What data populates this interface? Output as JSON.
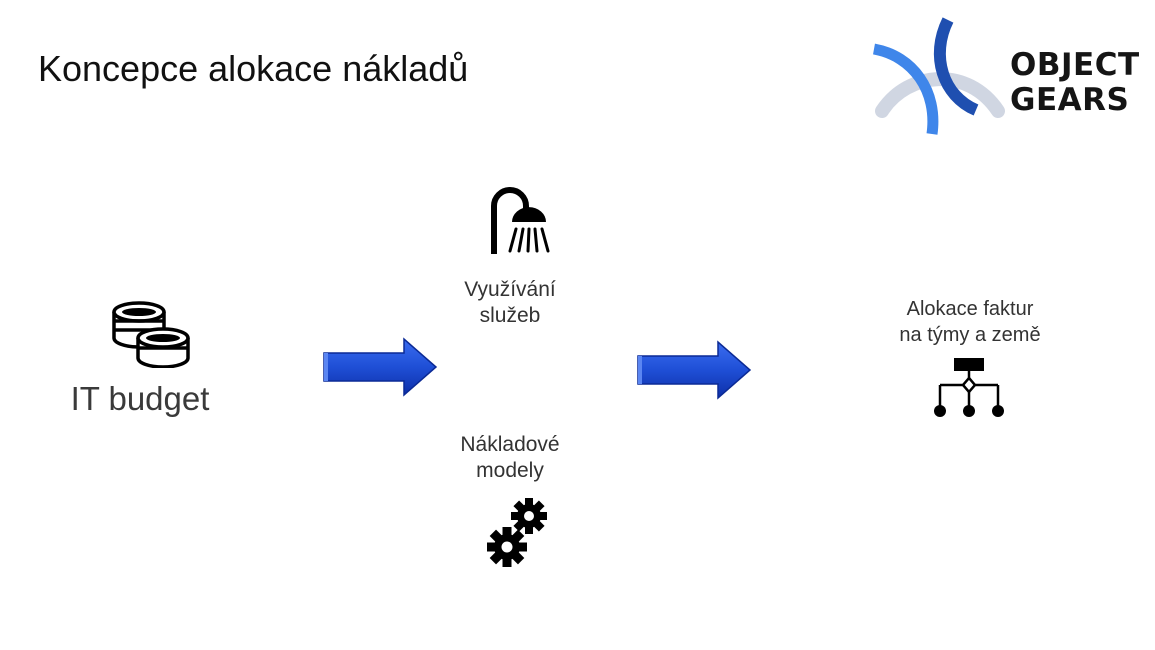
{
  "slide": {
    "title": "Koncepce alokace nákladů"
  },
  "logo": {
    "line1": "OBJECT",
    "line2": "GEARS",
    "colors": {
      "dark_blue": "#1f4fb0",
      "light_blue": "#3f86ea",
      "grey_arc": "#d0d6e2"
    }
  },
  "nodes": {
    "budget": {
      "label": "IT budget",
      "icon": "coins-icon"
    },
    "usage": {
      "label_line1": "Využívání",
      "label_line2": "služeb",
      "icon": "shower-icon"
    },
    "models": {
      "label_line1": "Nákladové",
      "label_line2": "modely",
      "icon": "gears-icon"
    },
    "allocation": {
      "label_line1": "Alokace faktur",
      "label_line2": "na týmy a země",
      "icon": "hierarchy-icon"
    }
  },
  "colors": {
    "arrow": "#1f4fd6",
    "arrow_dark": "#0d2fa8",
    "icon": "#000000"
  }
}
